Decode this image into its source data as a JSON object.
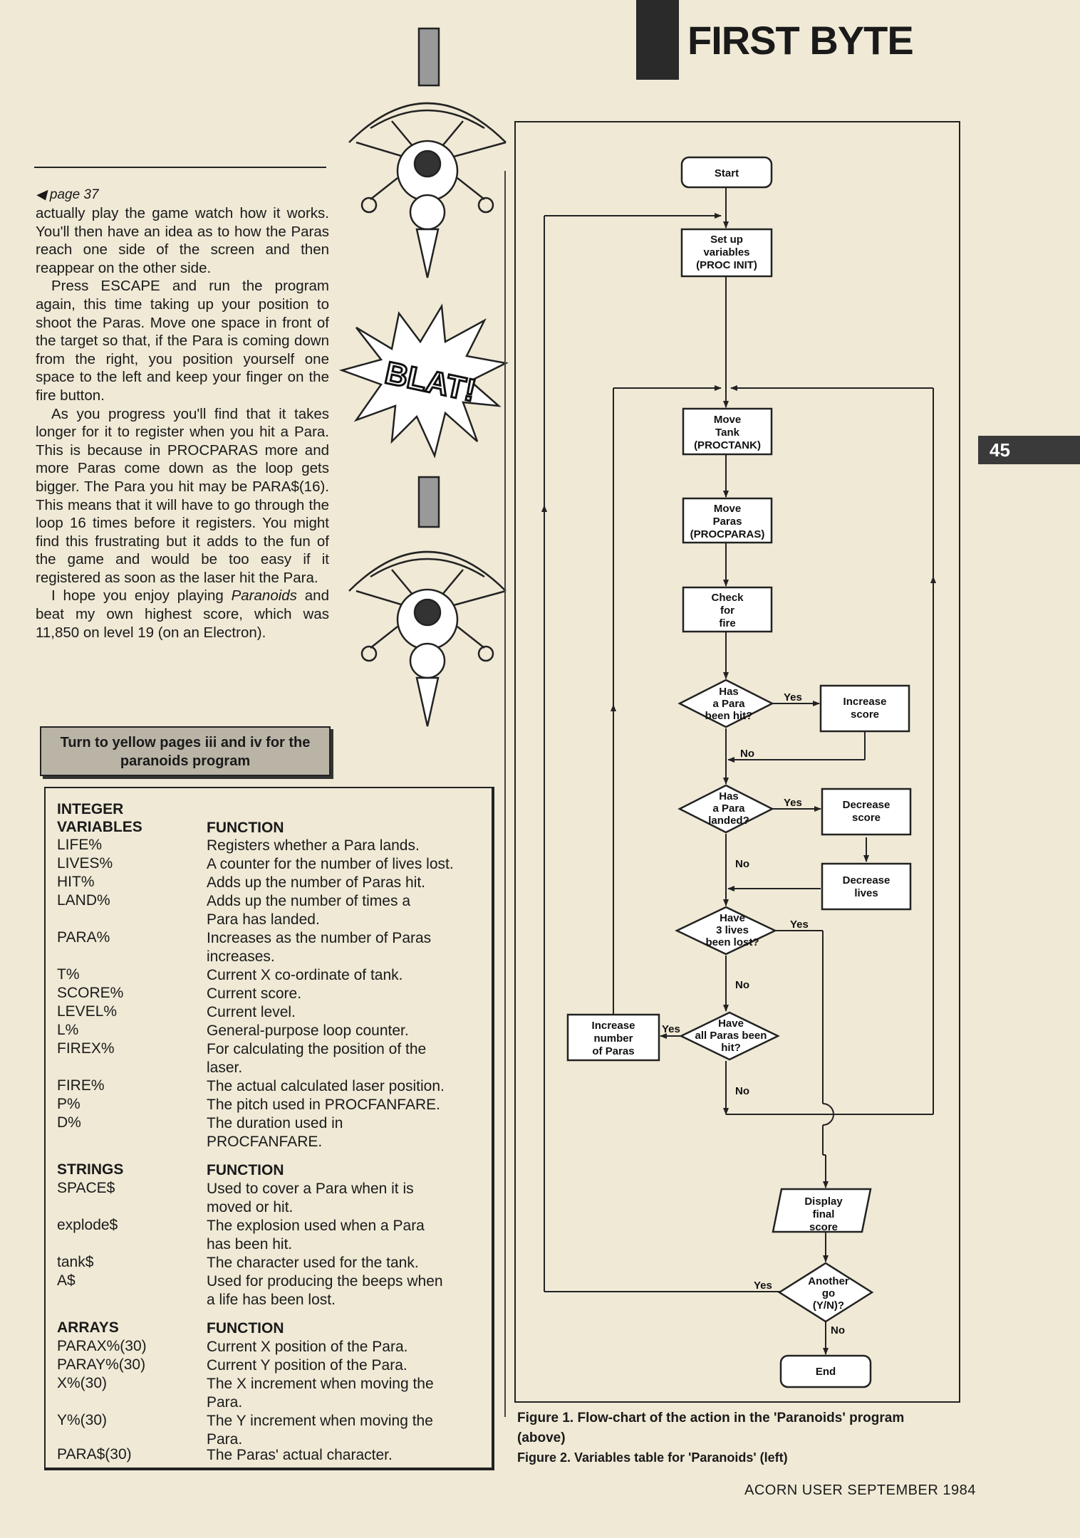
{
  "header": {
    "title": "FIRST BYTE"
  },
  "page_number": "45",
  "article": {
    "page_ref": "◀ page 37",
    "paragraphs": [
      "actually play the game watch how it works. You'll then have an idea as to how the Paras reach one side of the screen and then reappear on the other side.",
      "Press ESCAPE and run the program again, this time taking up your position to shoot the Paras. Move one space in front of the target so that, if the Para is coming down from the right, you position yourself one space to the left and keep your finger on the fire button.",
      "As you progress you'll find that it takes longer for it to register when you hit a Para. This is because in PROCPARAS more and more Paras come down as the loop gets bigger. The Para you hit may be PARA$(16). This means that it will have to go through the loop 16 times before it registers. You might find this frustrating but it adds to the fun of the game and would be too easy if it registered as soon as the laser hit the Para."
    ],
    "closing_before": "I hope you enjoy playing ",
    "closing_italic": "Paranoids",
    "closing_after": " and beat my own highest score, which was 11,850 on level 19 (on an Electron).",
    "note": "Turn to yellow pages iii and iv for the paranoids program"
  },
  "art": {
    "blat": "BLAT!"
  },
  "variables_table": {
    "integer_head_1": "INTEGER",
    "integer_head_2": "VARIABLES",
    "function_head": "FUNCTION",
    "integers": [
      {
        "name": "LIFE%",
        "desc": "Registers whether a Para lands."
      },
      {
        "name": "LIVES%",
        "desc": "A counter for the number of lives lost."
      },
      {
        "name": "HIT%",
        "desc": "Adds up the number of Paras hit."
      },
      {
        "name": "LAND%",
        "desc": "Adds up the number of times a Para has landed."
      },
      {
        "name": "PARA%",
        "desc": "Increases as the number of Paras increases."
      },
      {
        "name": "T%",
        "desc": "Current X co-ordinate of tank."
      },
      {
        "name": "SCORE%",
        "desc": "Current score."
      },
      {
        "name": "LEVEL%",
        "desc": "Current level."
      },
      {
        "name": "L%",
        "desc": "General-purpose loop counter."
      },
      {
        "name": "FIREX%",
        "desc": "For calculating the position of the laser."
      },
      {
        "name": "FIRE%",
        "desc": "The actual calculated laser position."
      },
      {
        "name": "P%",
        "desc": "The pitch used in PROCFANFARE."
      },
      {
        "name": "D%",
        "desc": "The duration used in PROCFANFARE."
      }
    ],
    "strings_head": "STRINGS",
    "strings": [
      {
        "name": "SPACE$",
        "desc": "Used to cover a Para when it is moved or hit."
      },
      {
        "name": "explode$",
        "desc": "The explosion used when a Para has been hit."
      },
      {
        "name": "tank$",
        "desc": "The character used for the tank."
      },
      {
        "name": "A$",
        "desc": "Used for producing the beeps when a life has been lost."
      }
    ],
    "arrays_head": "ARRAYS",
    "arrays": [
      {
        "name": "PARAX%(30)",
        "desc": "Current X position of the Para."
      },
      {
        "name": "PARAY%(30)",
        "desc": "Current Y position of the Para."
      },
      {
        "name": "X%(30)",
        "desc": "The X increment when moving the Para."
      },
      {
        "name": "Y%(30)",
        "desc": "The Y increment when moving the Para."
      },
      {
        "name": "PARA$(30)",
        "desc": "The Paras' actual character."
      }
    ]
  },
  "flowchart": {
    "start": "Start",
    "init": [
      "Set up",
      "variables",
      "(PROC INIT)"
    ],
    "move_tank": [
      "Move",
      "Tank",
      "(PROCTANK)"
    ],
    "move_paras": [
      "Move",
      "Paras",
      "(PROCPARAS)"
    ],
    "check_fire": [
      "Check",
      "for",
      "fire"
    ],
    "q_hit": [
      "Has",
      "a Para",
      "been hit?"
    ],
    "inc_score": [
      "Increase",
      "score"
    ],
    "q_landed": [
      "Has",
      "a Para",
      "landed?"
    ],
    "dec_score": [
      "Decrease",
      "score"
    ],
    "dec_lives": [
      "Decrease",
      "lives"
    ],
    "q_lives": [
      "Have",
      "3 lives",
      "been lost?"
    ],
    "q_all": [
      "Have",
      "all Paras been",
      "hit?"
    ],
    "inc_paras": [
      "Increase",
      "number",
      "of Paras"
    ],
    "display": [
      "Display",
      "final",
      "score"
    ],
    "q_again": [
      "Another",
      "go",
      "(Y/N)?"
    ],
    "end": "End",
    "yes": "Yes",
    "no": "No"
  },
  "captions": {
    "fig1_line1": "Figure 1. Flow-chart of the action in the 'Paranoids' program",
    "fig1_line2": "(above)",
    "fig2": "Figure 2. Variables table for 'Paranoids' (left)"
  },
  "footer": "ACORN USER SEPTEMBER 1984"
}
